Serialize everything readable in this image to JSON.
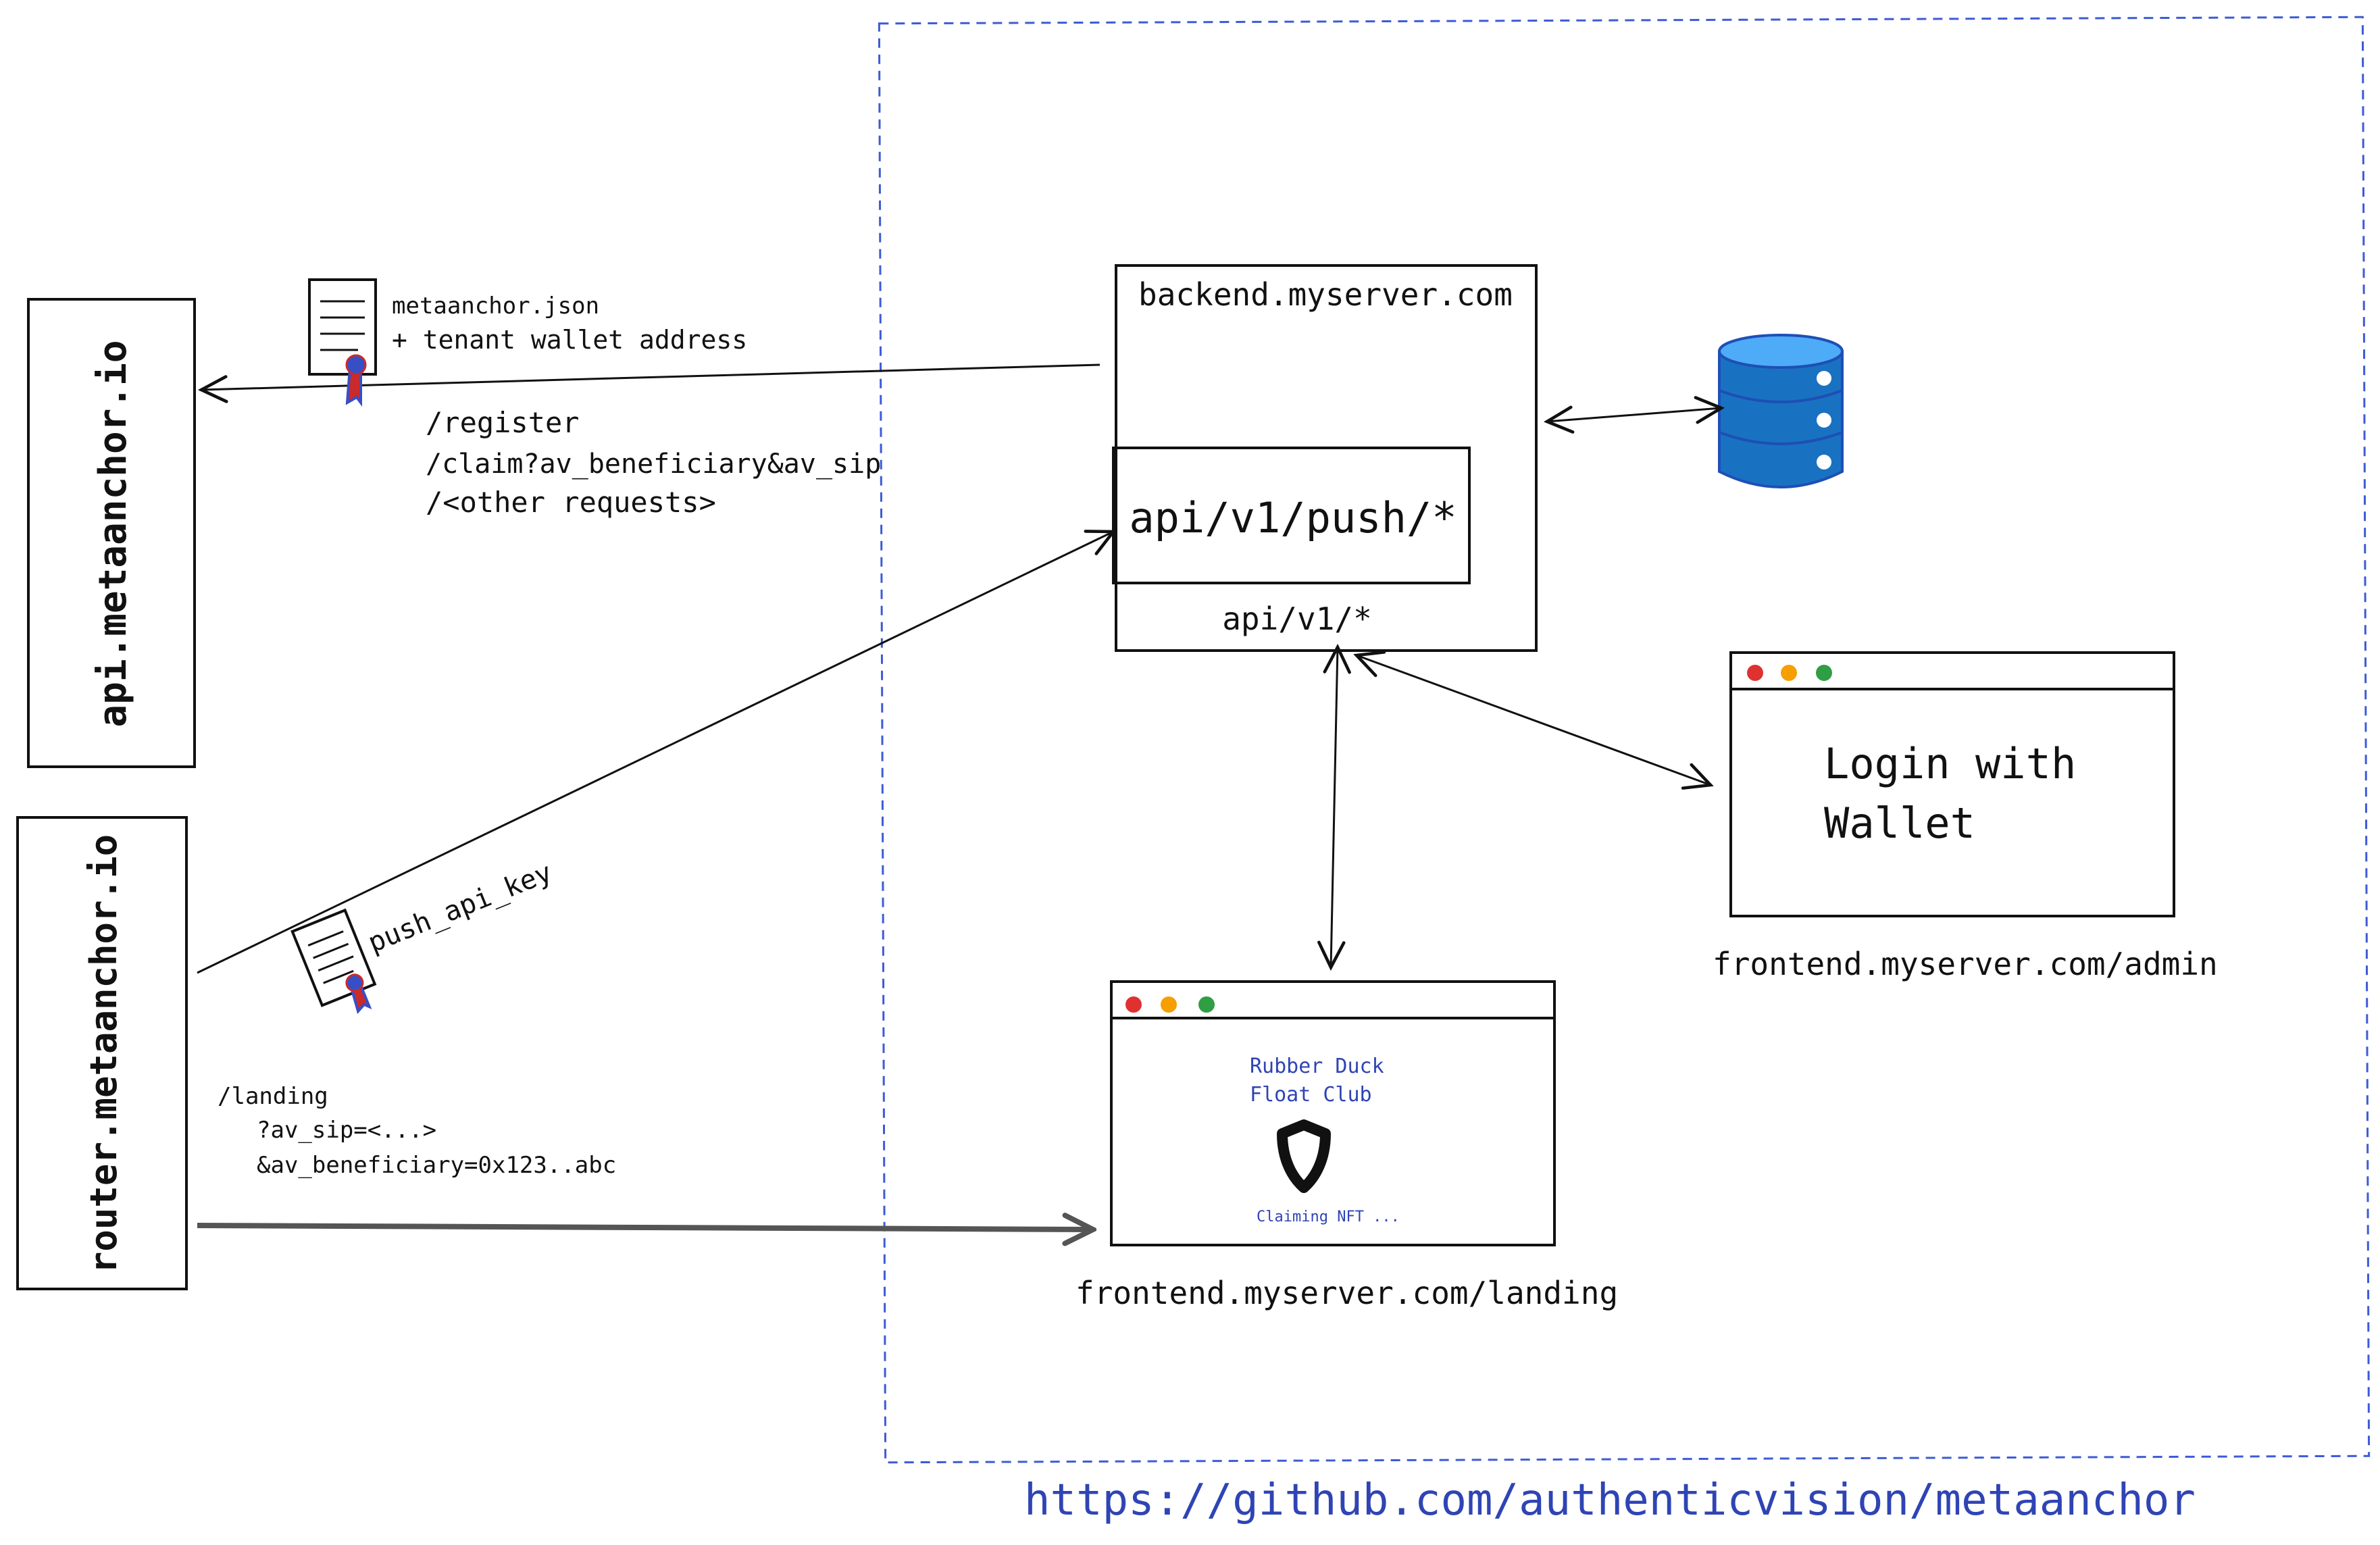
{
  "colors": {
    "ink": "#111111",
    "accent_blue": "#2f44b4",
    "boundary_dash": "#3d5bd6",
    "db_fill": "#1971c2",
    "db_stroke": "#1e4fb5",
    "ribbon_red": "#c92a2a",
    "ribbon_blue": "#364fc7",
    "dot_red": "#e03131",
    "dot_yellow": "#f59f00",
    "dot_green": "#2f9e44"
  },
  "nodes": {
    "api_metaanchor": "api.metaanchor.io",
    "router_metaanchor": "router.metaanchor.io",
    "backend": {
      "title": "backend.myserver.com",
      "push_route": "api/v1/push/*",
      "api_route": "api/v1/*"
    },
    "database": {
      "icon": "database-icon"
    },
    "admin_window": {
      "body_line1": "Login with",
      "body_line2": "Wallet",
      "caption": "frontend.myserver.com/admin"
    },
    "landing_window": {
      "brand_line1": "Rubber Duck",
      "brand_line2": "Float Club",
      "logo_icon": "shield-icon",
      "status": "Claiming NFT ...",
      "caption": "frontend.myserver.com/landing"
    }
  },
  "edges": {
    "register_note": {
      "doc_line1": "metaanchor.json",
      "doc_line2": "+ tenant wallet address",
      "req_line1": "/register",
      "req_line2": "/claim?av_beneficiary&av_sip",
      "req_line3": "/<other requests>"
    },
    "push_note": "push_api_key",
    "landing_note": {
      "line1": "/landing",
      "line2": "?av_sip=<...>",
      "line3": "&av_beneficiary=0x123..abc"
    }
  },
  "footer": {
    "repo_link": "https://github.com/authenticvision/metaanchor"
  }
}
